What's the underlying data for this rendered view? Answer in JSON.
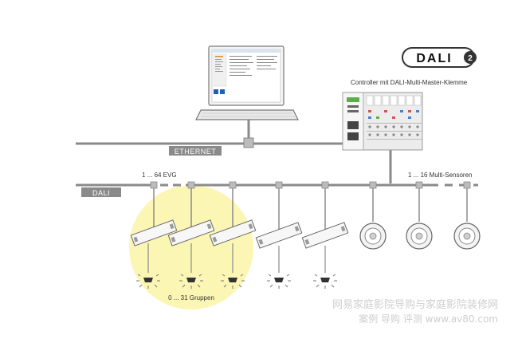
{
  "logo": {
    "text": "DALI",
    "superscript": "2"
  },
  "controller": {
    "caption": "Controller mit DALI-Multi-Master-Klemme"
  },
  "buses": {
    "ethernet": "ETHERNET",
    "dali": "DALI"
  },
  "ranges": {
    "evg": "1 ... 64 EVG",
    "sensors": "1 ... 16 Multi-Sensoren",
    "groups": "0 ... 31 Gruppen"
  },
  "watermark": {
    "line1": "网易家庭影院导购与家庭影院装修网",
    "line2": "案例  导购  评测  www.av80.com"
  },
  "colors": {
    "bus": "#8a8a8a",
    "bus_label_bg": "#8a8a8a",
    "group_highlight": "#fbf6b4",
    "controller_green": "#5cae4a",
    "accent_red": "#d9534f",
    "accent_blue": "#4a7fd0"
  },
  "icons": {
    "laptop": "laptop-icon",
    "controller": "plc-controller-icon",
    "ballast": "ballast-evg-icon",
    "lamp": "light-bulb-icon",
    "sensor": "multi-sensor-icon"
  }
}
